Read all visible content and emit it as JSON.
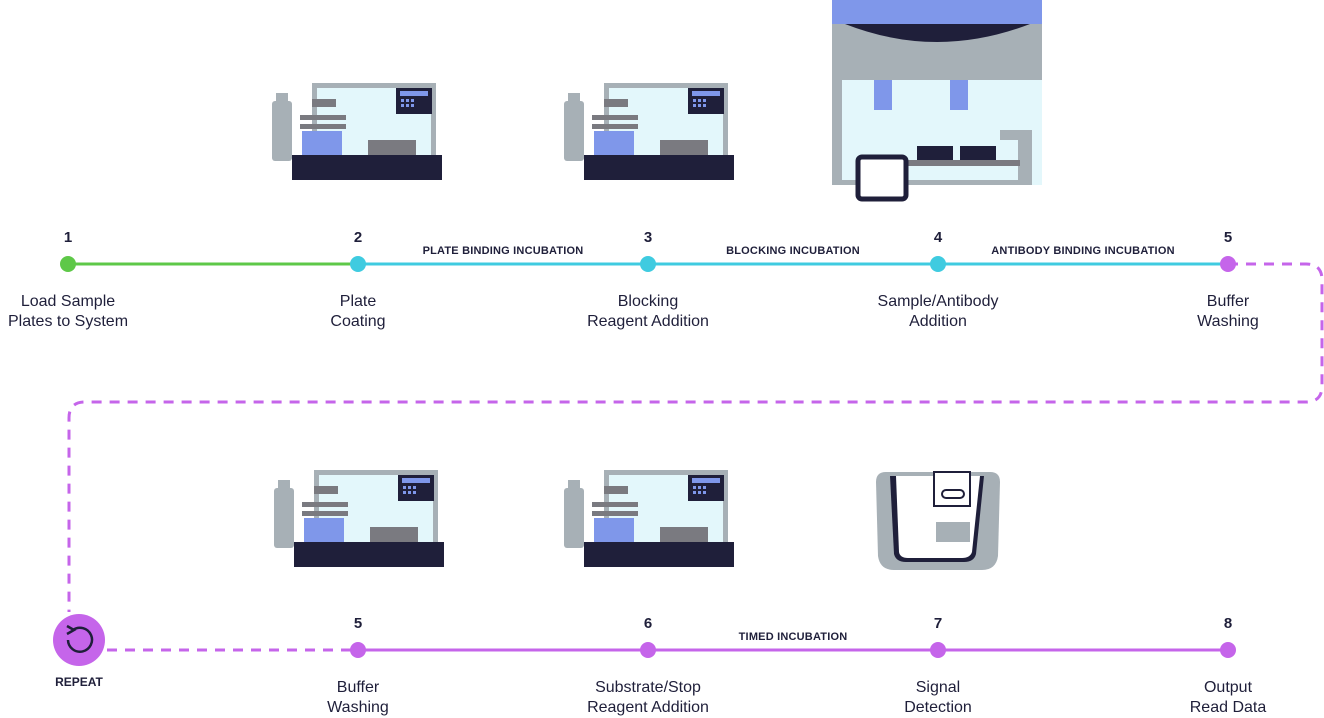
{
  "colors": {
    "green": "#5ec848",
    "cyan": "#3fcbe0",
    "purple": "#c565ea",
    "navy": "#1f1f3a",
    "periwinkle": "#7f97ea",
    "gray": "#a7b0b6",
    "lightcyan": "#e3f7fb"
  },
  "steps_top": [
    {
      "number": "1",
      "line1": "Load Sample",
      "line2": "Plates to System"
    },
    {
      "number": "2",
      "line1": "Plate",
      "line2": "Coating"
    },
    {
      "number": "3",
      "line1": "Blocking",
      "line2": "Reagent Addition"
    },
    {
      "number": "4",
      "line1": "Sample/Antibody",
      "line2": "Addition"
    },
    {
      "number": "5",
      "line1": "Buffer",
      "line2": "Washing"
    }
  ],
  "steps_bottom": [
    {
      "number": "5",
      "line1": "Buffer",
      "line2": "Washing"
    },
    {
      "number": "6",
      "line1": "Substrate/Stop",
      "line2": "Reagent Addition"
    },
    {
      "number": "7",
      "line1": "Signal",
      "line2": "Detection"
    },
    {
      "number": "8",
      "line1": "Output",
      "line2": "Read Data"
    }
  ],
  "phases": {
    "plate_binding": "PLATE BINDING INCUBATION",
    "blocking": "BLOCKING INCUBATION",
    "antibody_binding": "ANTIBODY BINDING INCUBATION",
    "timed": "TIMED INCUBATION"
  },
  "repeat_label": "REPEAT",
  "icons": [
    "liquid-handler-icon",
    "incubator-icon",
    "plate-reader-icon",
    "repeat-icon"
  ]
}
